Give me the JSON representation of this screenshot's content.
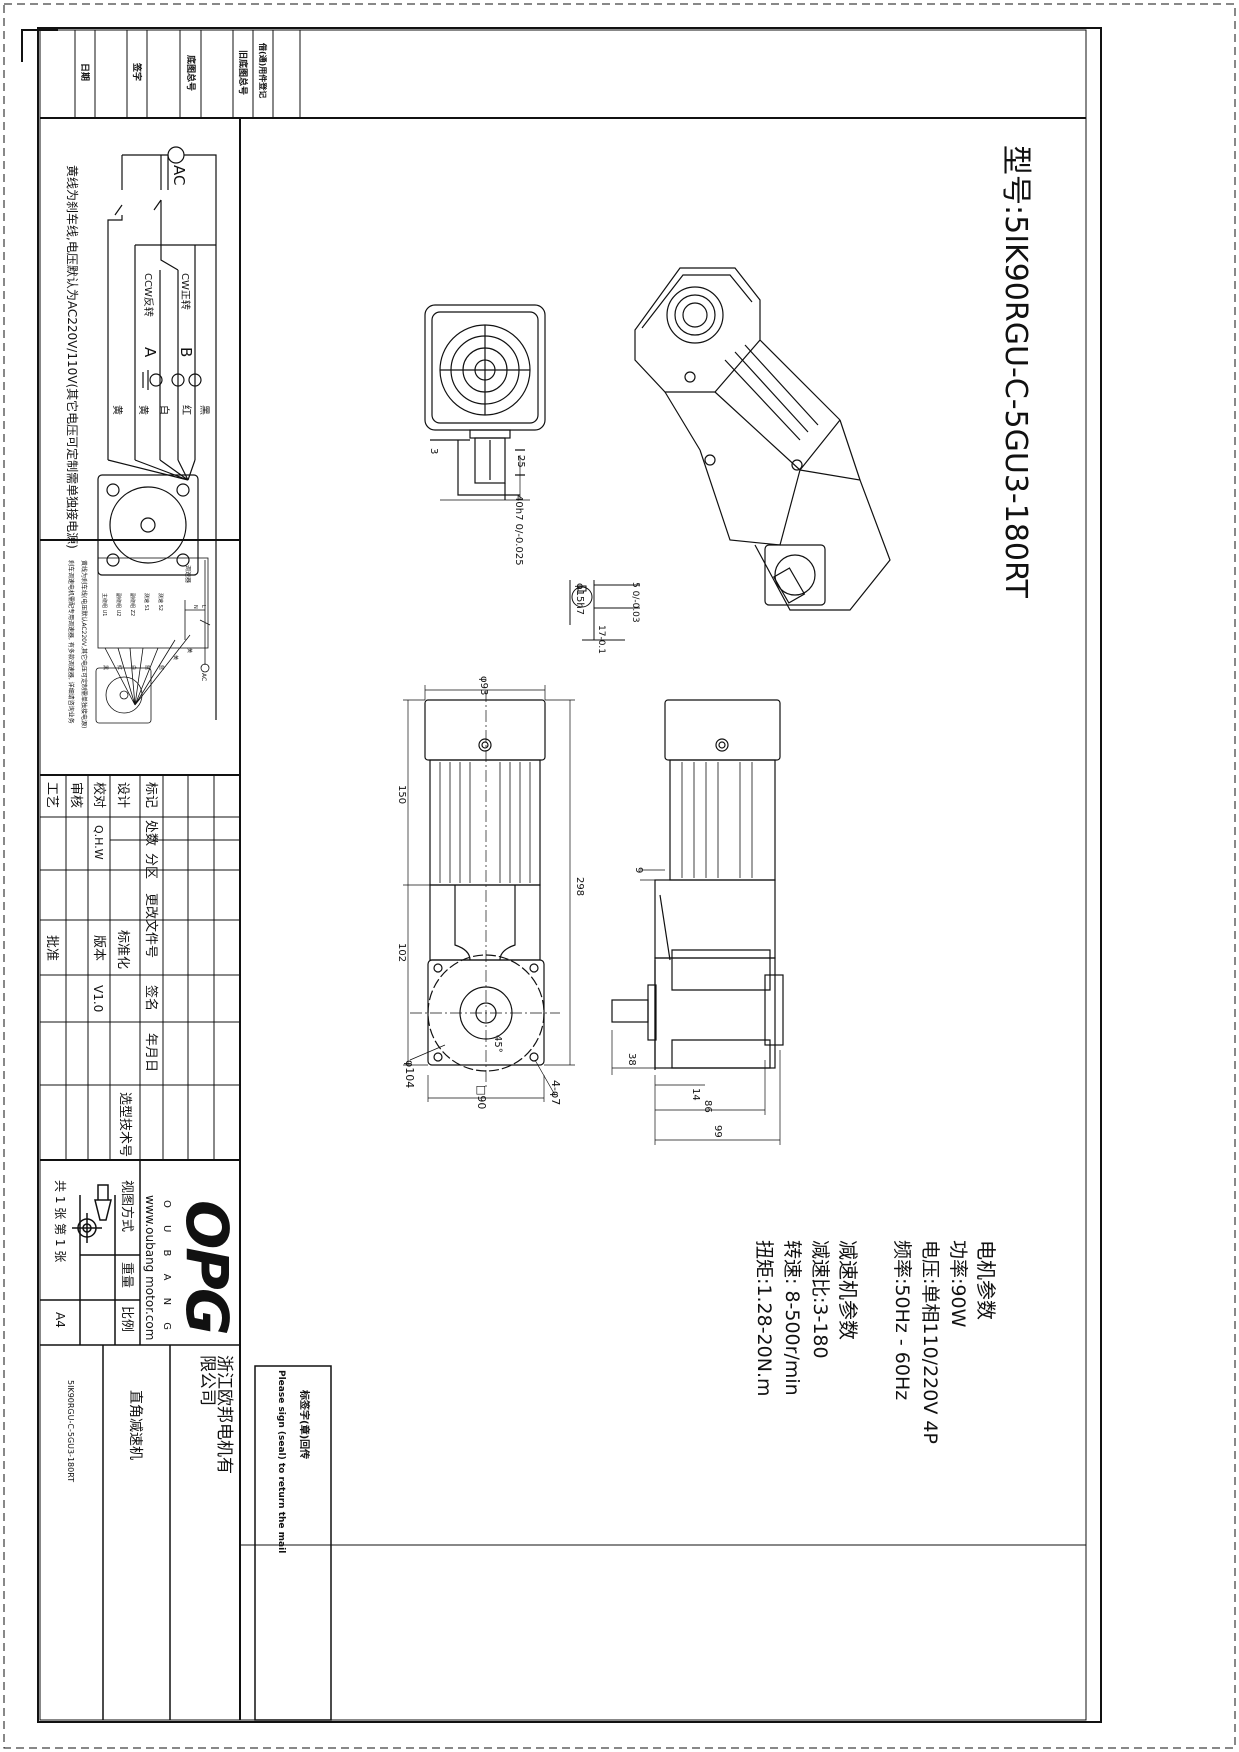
{
  "margin_strip": {
    "labels": [
      "日期",
      "签字",
      "底图总号",
      "旧底图总号",
      "借(通)用件登记"
    ]
  },
  "wiring": {
    "ac_label": "AC",
    "cw_label": "CW正转",
    "ccw_label": "CCW反转",
    "terminal_a": "A",
    "terminal_b": "B",
    "wire_colors": [
      "黑",
      "红",
      "白",
      "黄",
      "黄"
    ],
    "note": "黄线为刹车线,电压默认为AC220V/110V(其它电压可定制需单独接电源)"
  },
  "wiring2": {
    "note1": "黄线为刹车线(电压默认AC220V,其它电压可定制需单独接电源)",
    "note2": "刹车调速电机需配专用调速器, 有多款调速器, 详细请咨询业务",
    "controller": "调速器",
    "terminals": [
      "主绕组 U1",
      "副绕组 U2",
      "副绕组 Z2",
      "测速 S1",
      "测速 S2"
    ],
    "wire_colors": [
      "黑",
      "红",
      "白",
      "蓝",
      "蓝",
      "黄",
      "黄"
    ],
    "ac_label": "AC",
    "ln": [
      "L",
      "N"
    ]
  },
  "revision_table": {
    "headers": [
      "标记",
      "处数",
      "分区",
      "更改文件号",
      "签名",
      "年月日"
    ],
    "roles": [
      "设计",
      "校对",
      "审核",
      "工艺"
    ],
    "designer_checker": "Q.H.W",
    "standardization": "标准化",
    "version_label": "版本",
    "version": "V1.0",
    "approve": "批准",
    "selection_no": "选型技术号"
  },
  "title_block": {
    "logo": "OPG",
    "brand": "O U B A N G",
    "website": "www.oubang motor.com",
    "view_method": "视图方式",
    "weight": "重量",
    "scale": "比例",
    "sheets": "共 1 张 第 1 张",
    "paper": "A4",
    "company": "浙江欧邦电机有限公司",
    "product": "直角减速机",
    "model": "5IK90RGU-C-5GU3-180RT"
  },
  "return_box": {
    "cn": "标签字(章)回传",
    "en": "Please sign (seal) to return the mail"
  },
  "model_title": "型号:5IK90RGU-C-5GU3-180RT",
  "specs": {
    "motor_heading": "电机参数",
    "power": "功率:90W",
    "voltage": "电压:单相110/220V 4P",
    "frequency": "频率:50Hz - 60Hz",
    "gear_heading": "减速机参数",
    "ratio": "减速比:3-180",
    "speed": "转速: 8-500r/min",
    "torque": "扭矩:1.28-20N.m"
  },
  "dimensions": {
    "fan_dia": "φ93",
    "motor_len": "150",
    "total_len": "298",
    "gear_len": "102",
    "flange_dia": "φ104",
    "flange_sq": "□90",
    "holes": "4-φ7",
    "angle": "45°",
    "d9": "9",
    "d38": "38",
    "d14": "14",
    "d86": "86",
    "d99": "99",
    "d3": "3",
    "d25": "25",
    "shaft_len": "40h7 0/-0.025",
    "shaft_dia": "φ15h7",
    "key_w": "5 0/-0.03",
    "key_h": "17-0.1"
  }
}
